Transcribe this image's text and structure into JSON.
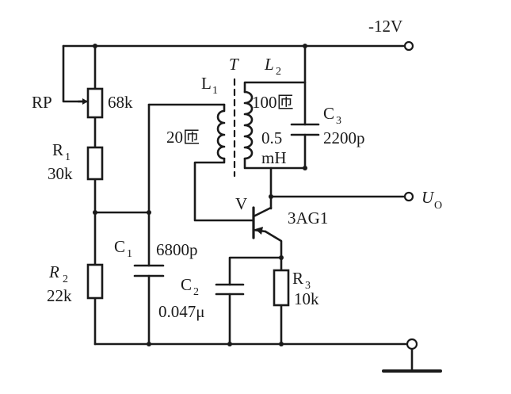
{
  "supply": {
    "label": "-12V"
  },
  "output": {
    "symbol": "U",
    "subscript": "O"
  },
  "transformer": {
    "label": "T"
  },
  "rp": {
    "label": "RP",
    "value": "68k"
  },
  "r1": {
    "name": "R",
    "sub": "1",
    "value": "30k"
  },
  "r2": {
    "name": "R",
    "sub": "2",
    "value": "22k"
  },
  "r3": {
    "name": "R",
    "sub": "3",
    "value": "10k"
  },
  "c1": {
    "name": "C",
    "sub": "1",
    "value": "6800p"
  },
  "c2": {
    "name": "C",
    "sub": "2",
    "value": "0.047μ"
  },
  "c3": {
    "name": "C",
    "sub": "3",
    "value": "2200p"
  },
  "l1": {
    "name": "L",
    "sub": "1",
    "turns": "20匝"
  },
  "l2": {
    "name": "L",
    "sub": "2",
    "turns": "100匝",
    "inductance": "0.5",
    "unit": "mH"
  },
  "transistor": {
    "name": "V",
    "model": "3AG1"
  }
}
